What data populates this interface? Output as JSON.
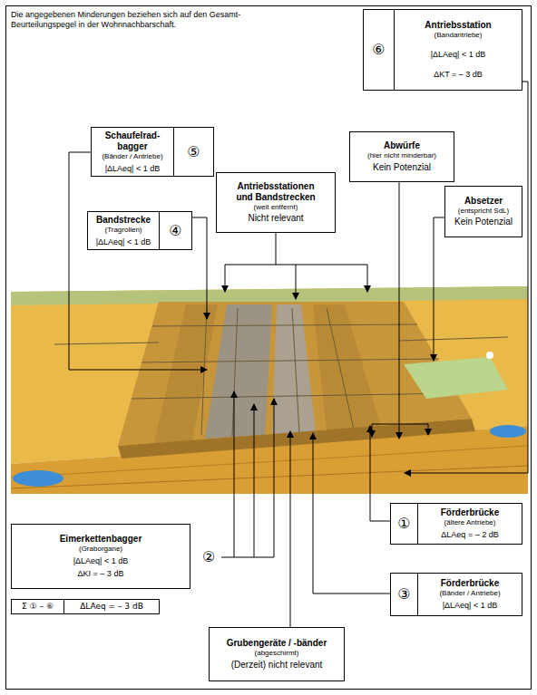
{
  "diagram": {
    "nodes": [
      {
        "text": [
          "⑥",
          "Antriebsstation",
          "(Bandantriebe)",
          "|ΔLAeq| < 1 dB",
          "ΔKT = – 3 dB"
        ]
      },
      {
        "text": [
          "Schaufelrad- bagger",
          "(Bänder / Antriebe)",
          "|ΔLAeq| < 1 dB",
          "⑤"
        ]
      },
      {
        "text": [
          "Abwürfe",
          "(hier nicht minderbar)",
          "Kein Potenzial"
        ]
      },
      {
        "text": [
          "Antriebsstationen und Bandstrecken",
          "(weit entfernt)",
          "Nicht relevant"
        ]
      },
      {
        "text": [
          "Bandstrecke",
          "(Tragrollen)",
          "|ΔLAeq| < 1 dB",
          "④"
        ]
      },
      {
        "text": [
          "Absetzer",
          "(entspricht SdL)",
          "Kein Potenzial"
        ]
      },
      {
        "text": [
          "①",
          "Förderbrücke",
          "(ältere Antriebe)",
          "ΔLAeq = – 2 dB"
        ]
      },
      {
        "text": [
          "Eimerkettenbagger",
          "(Graborgane)",
          "|ΔLAeq| < 1 dB",
          "ΔKI = – 3 dB",
          "②"
        ]
      },
      {
        "text": [
          "Σ ① – ⑥",
          "ΔLAeq = – 3 dB"
        ]
      },
      {
        "text": [
          "③",
          "Förderbrücke",
          "(Bänder / Antriebe)",
          "|ΔLAeq| < 1 dB"
        ]
      },
      {
        "text": [
          "Grubengeräte / -bänder",
          "(abgeschirmt)",
          "(Derzeit) nicht relevant"
        ]
      }
    ],
    "labels": [
      "Die angegebenen Minderungen beziehen sich auf den Gesamt-Beurteilungspegel in der Wohnnachbarschaft."
    ]
  }
}
